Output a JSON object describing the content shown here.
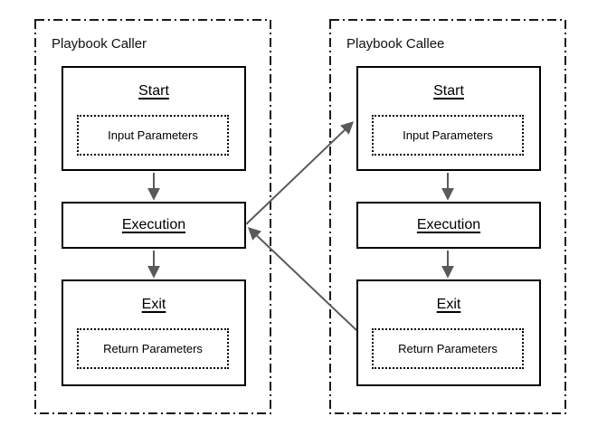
{
  "diagram": {
    "caller": {
      "title": "Playbook Caller",
      "start_title": "Start",
      "input_params": "Input Parameters",
      "execution_title": "Execution",
      "exit_title": "Exit",
      "return_params": "Return Parameters"
    },
    "callee": {
      "title": "Playbook Callee",
      "start_title": "Start",
      "input_params": "Input Parameters",
      "execution_title": "Execution",
      "exit_title": "Exit",
      "return_params": "Return Parameters"
    },
    "colors": {
      "box_border": "#000000",
      "container_border": "#1a1a1a",
      "arrow": "#5a5a5a",
      "background": "#ffffff",
      "text": "#000000"
    }
  }
}
